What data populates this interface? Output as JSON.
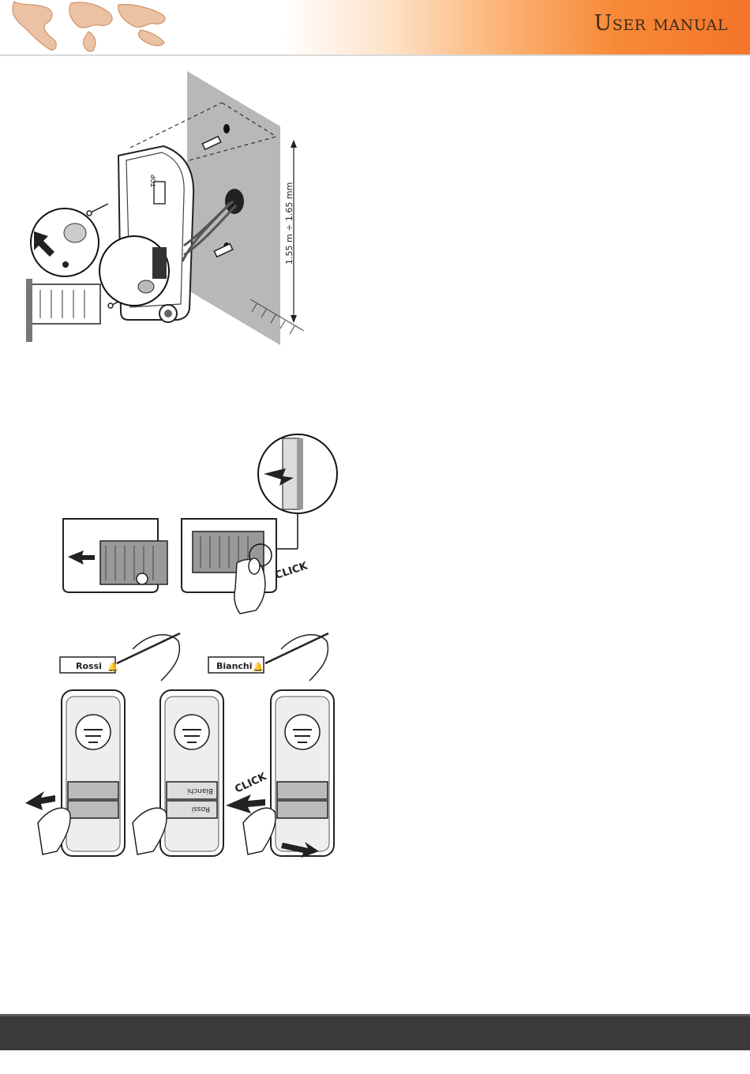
{
  "header": {
    "title": "User manual"
  },
  "figure1": {
    "height_label": "1.55 m ÷ 1.65 mm",
    "top_label": "TOP"
  },
  "figure2": {
    "click_label": "CLICK"
  },
  "figure3": {
    "name_label_1": "Rossi",
    "name_label_2": "Bianchi",
    "click_label": "CLICK",
    "panel_label_a": "Bianchi",
    "panel_label_b": "Rossi"
  },
  "colors": {
    "accent": "#f4742a",
    "footer": "#3b3b3b"
  }
}
